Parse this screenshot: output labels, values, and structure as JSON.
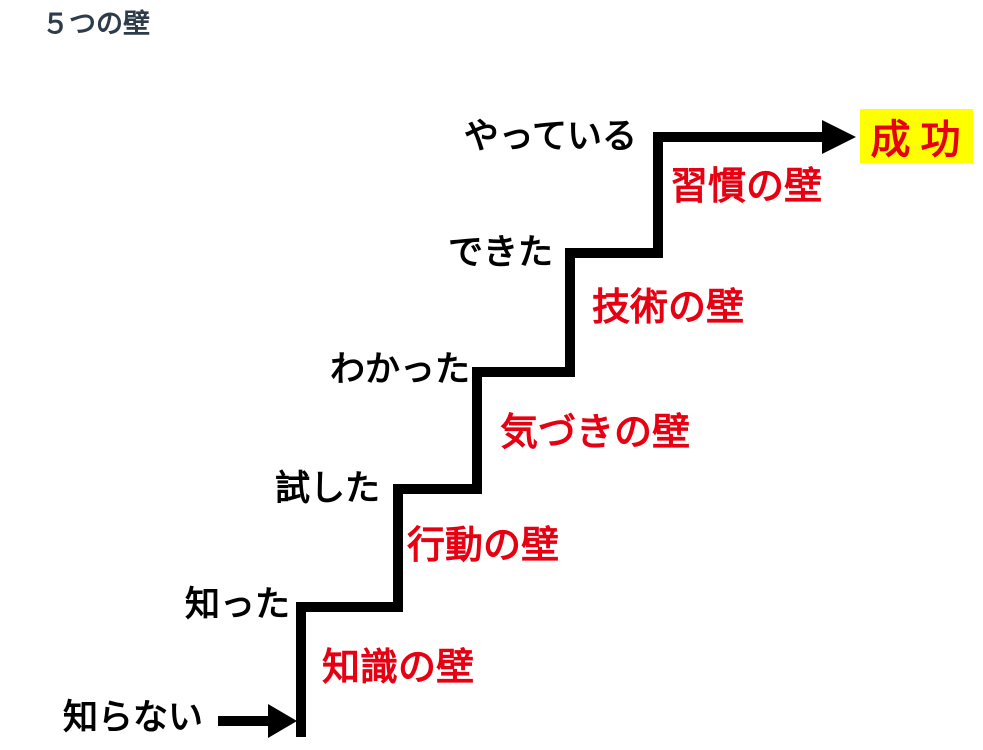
{
  "title": "５つの壁",
  "steps": [
    "知らない",
    "知った",
    "試した",
    "わかった",
    "できた",
    "やっている"
  ],
  "walls": [
    "知識の壁",
    "行動の壁",
    "気づきの壁",
    "技術の壁",
    "習慣の壁"
  ],
  "goal": "成功",
  "colors": {
    "title_text": "#2e3b4a",
    "stair_line": "#000000",
    "step_text": "#000000",
    "wall_text": "#e60012",
    "goal_text": "#e60012",
    "goal_background": "#ffff00"
  }
}
